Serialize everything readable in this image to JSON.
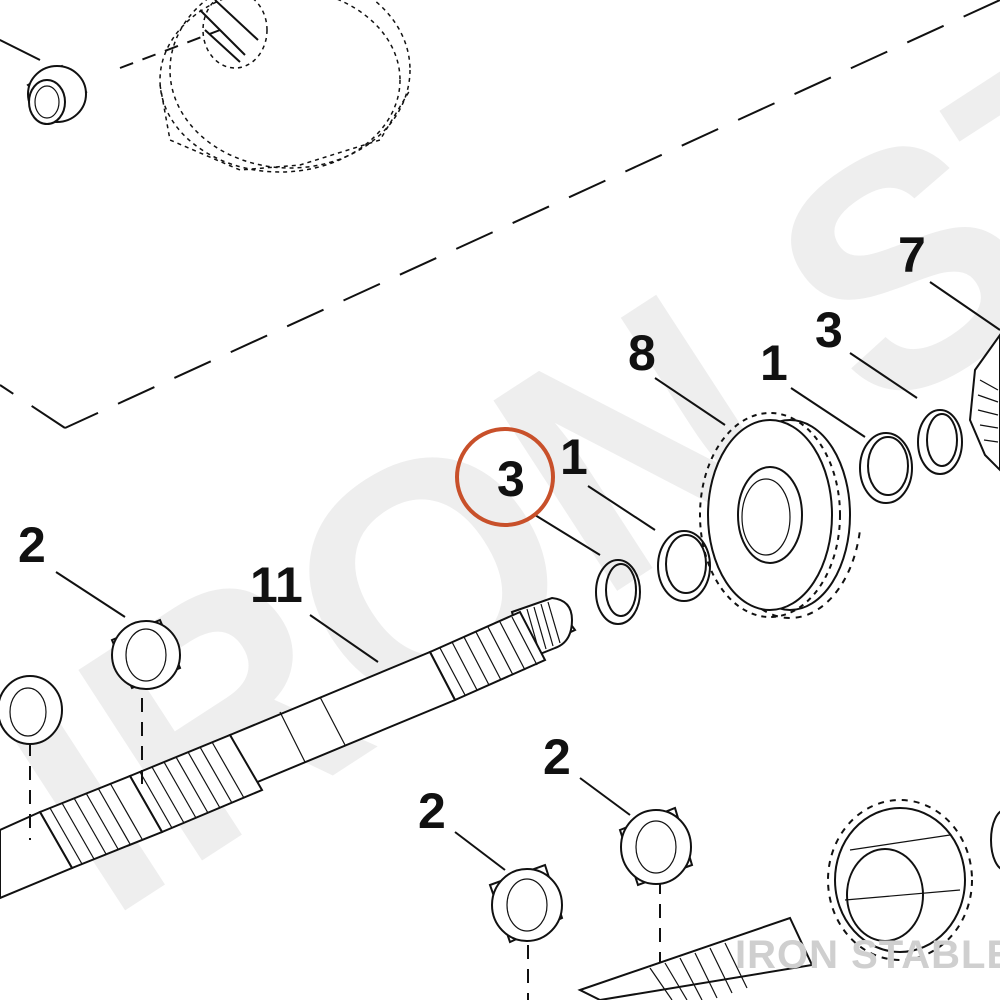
{
  "diagram": {
    "watermark": "IRON STABLE",
    "brand_mark": "IRON STABLE",
    "highlight_color": "#c8502a",
    "line_color": "#111111",
    "part_labels": {
      "label_3_highlighted": "3",
      "label_1_left": "1",
      "label_8": "8",
      "label_1_right": "1",
      "label_3_right": "3",
      "label_7": "7",
      "label_2_top_left": "2",
      "label_11": "11",
      "label_2_bottom_left": "2",
      "label_2_bottom_right": "2"
    },
    "parts": [
      {
        "id": "snap-ring",
        "icon": "retaining-ring-icon"
      },
      {
        "id": "thrust-washer",
        "icon": "washer-icon"
      },
      {
        "id": "gear-8",
        "icon": "gear-icon"
      },
      {
        "id": "gear-7",
        "icon": "gear-icon"
      },
      {
        "id": "needle-bearing",
        "icon": "bearing-icon"
      },
      {
        "id": "mainshaft-11",
        "icon": "shaft-icon"
      },
      {
        "id": "countershaft",
        "icon": "shaft-icon"
      }
    ]
  }
}
